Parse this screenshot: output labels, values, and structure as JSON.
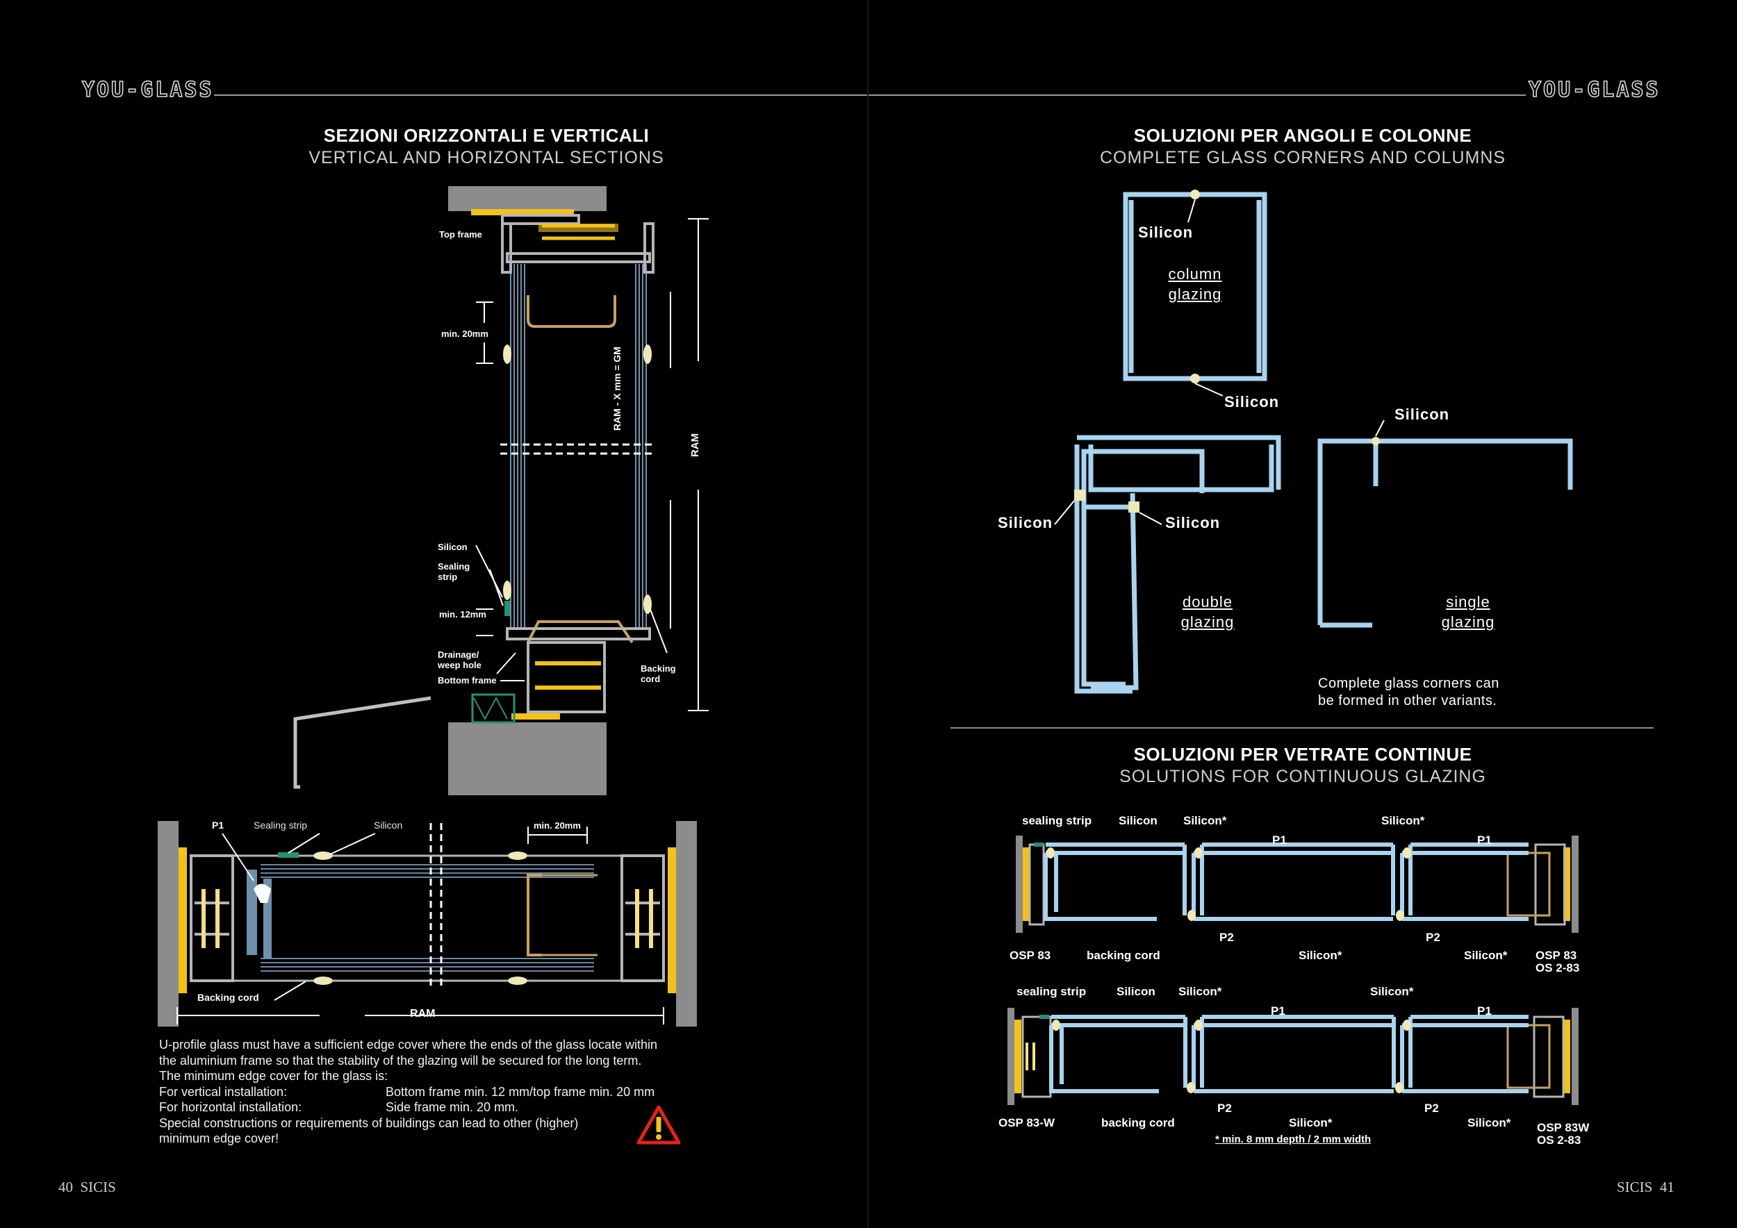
{
  "header": {
    "brand_left": "YOU-GLASS",
    "brand_right": "YOU-GLASS"
  },
  "left": {
    "title_it": "SEZIONI ORIZZONTALI E VERTICALI",
    "title_en": "VERTICAL AND HORIZONTAL SECTIONS",
    "vertical_section": {
      "top_frame": "Top frame",
      "min_20": "min. 20mm",
      "silicon": "Silicon",
      "sealing_strip": "Sealing\nstrip",
      "min_12": "min. 12mm",
      "drainage": "Drainage/\nweep hole",
      "bottom_frame": "Bottom frame",
      "backing_cord": "Backing\ncord",
      "dim_inner": "RAM - X mm = GM",
      "dim_outer": "RAM"
    },
    "horizontal_section": {
      "p1": "P1",
      "sealing_strip": "Sealing strip",
      "silicon": "Silicon",
      "min_20": "min. 20mm",
      "backing_cord": "Backing cord",
      "ram": "RAM"
    },
    "notes": [
      "U-profile glass must have a sufficient edge cover where the ends of the glass locate within",
      "the aluminium frame so that the stability of the glazing will be secured for the long term.",
      "The minimum edge cover for the glass is:"
    ],
    "rows": [
      {
        "label": "For vertical installation:",
        "value": "Bottom frame min. 12 mm/top frame min. 20 mm"
      },
      {
        "label": "For horizontal installation:",
        "value": "Side frame min. 20 mm."
      }
    ],
    "notes_tail": [
      "Special constructions or requirements of buildings can lead to other (higher)",
      "minimum edge cover!"
    ],
    "warning_icon": "warning-triangle-icon",
    "page_number": "40",
    "publisher": "SICIS"
  },
  "right": {
    "title_it": "SOLUZIONI PER ANGOLI E COLONNE",
    "title_en": "COMPLETE GLASS CORNERS AND COLUMNS",
    "corners": {
      "silicon": "Silicon",
      "column_glazing": [
        "column",
        "glazing"
      ],
      "double_glazing": [
        "double",
        "glazing"
      ],
      "single_glazing": [
        "single",
        "glazing"
      ],
      "note": [
        "Complete glass corners can",
        "be formed in other variants."
      ]
    },
    "title2_it": "SOLUZIONI PER VETRATE CONTINUE",
    "title2_en": "SOLUTIONS FOR CONTINUOUS GLAZING",
    "continuous": {
      "sealing_strip": "sealing strip",
      "silicon": "Silicon",
      "silicon_star": "Silicon*",
      "p1": "P1",
      "p2": "P2",
      "osp83": "OSP 83",
      "osp83w_left": "OSP 83-W",
      "backing_cord": "backing cord",
      "osp83_right": "OSP 83",
      "os283": "OS 2-83",
      "osp83w_right": "OSP 83W",
      "footnote": "* min. 8 mm depth /  2 mm width"
    },
    "publisher": "SICIS",
    "page_number": "41"
  },
  "colors": {
    "glass": "#a9d3ee",
    "concrete": "#8c8c8c",
    "aluminium": "#b5b5b5",
    "sealant": "#f2c21b",
    "silicon": "#efe8b8",
    "warning": "#e2231a"
  }
}
